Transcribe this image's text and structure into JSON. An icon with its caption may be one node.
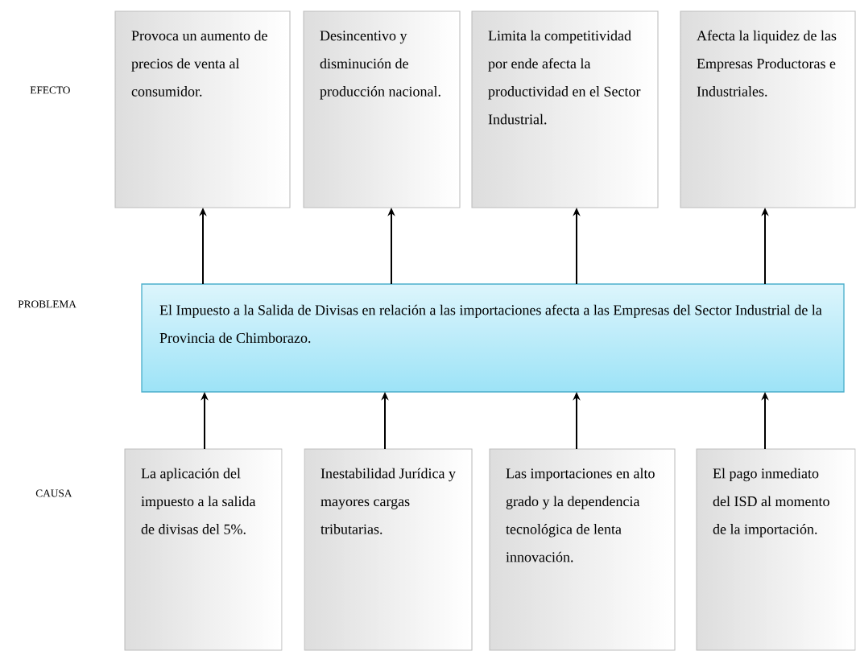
{
  "diagram": {
    "nodes": [
      {
        "text": [
          "Provoca un aumento de precios de venta al consumidor."
        ]
      },
      {
        "text": [
          "Desincentivo y disminución de producción nacional."
        ]
      },
      {
        "text": [
          "Limita la competitividad por ende afecta la productividad en el Sector Industrial."
        ]
      },
      {
        "text": [
          "Afecta la liquidez de las Empresas Productoras e Industriales."
        ]
      },
      {
        "text": [
          "El Impuesto a la Salida de Divisas en relación a las importaciones afecta a las Empresas del Sector Industrial de la Provincia de Chimborazo."
        ]
      },
      {
        "text": [
          "La aplicación del impuesto a la salida de divisas del 5%."
        ]
      },
      {
        "text": [
          "Inestabilidad Jurídica y mayores cargas tributarias."
        ]
      },
      {
        "text": [
          "Las importaciones en alto grado y la dependencia tecnológica de lenta innovación."
        ]
      },
      {
        "text": [
          "El pago inmediato del ISD al momento de la importación."
        ]
      }
    ],
    "edges": [
      {
        "from": 4,
        "to": 0,
        "arrow": "to"
      },
      {
        "from": 4,
        "to": 1,
        "arrow": "to"
      },
      {
        "from": 4,
        "to": 2,
        "arrow": "to"
      },
      {
        "from": 4,
        "to": 3,
        "arrow": "to"
      },
      {
        "from": 5,
        "to": 4,
        "arrow": "to"
      },
      {
        "from": 6,
        "to": 4,
        "arrow": "to"
      },
      {
        "from": 7,
        "to": 4,
        "arrow": "to"
      },
      {
        "from": 8,
        "to": 4,
        "arrow": "to"
      }
    ],
    "labels": [
      "EFECTO",
      "PROBLEMA",
      "CAUSA"
    ]
  }
}
